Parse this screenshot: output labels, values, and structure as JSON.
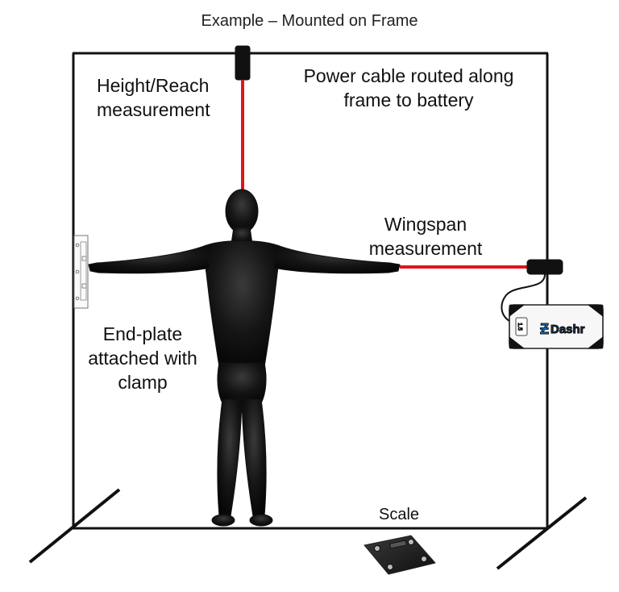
{
  "title": "Example – Mounted on Frame",
  "labels": {
    "height_reach_line1": "Height/Reach",
    "height_reach_line2": "measurement",
    "power_line1": "Power cable routed along",
    "power_line2": "frame to battery",
    "wingspan_line1": "Wingspan",
    "wingspan_line2": "measurement",
    "endplate_line1": "End-plate",
    "endplate_line2": "attached with",
    "endplate_line3": "clamp",
    "scale": "Scale"
  },
  "battery": {
    "brand": "Dashr",
    "display_text": "1.5"
  },
  "colors": {
    "laser": "#e0141e",
    "frame": "#111111",
    "silhouette": "#0d0d0d"
  }
}
